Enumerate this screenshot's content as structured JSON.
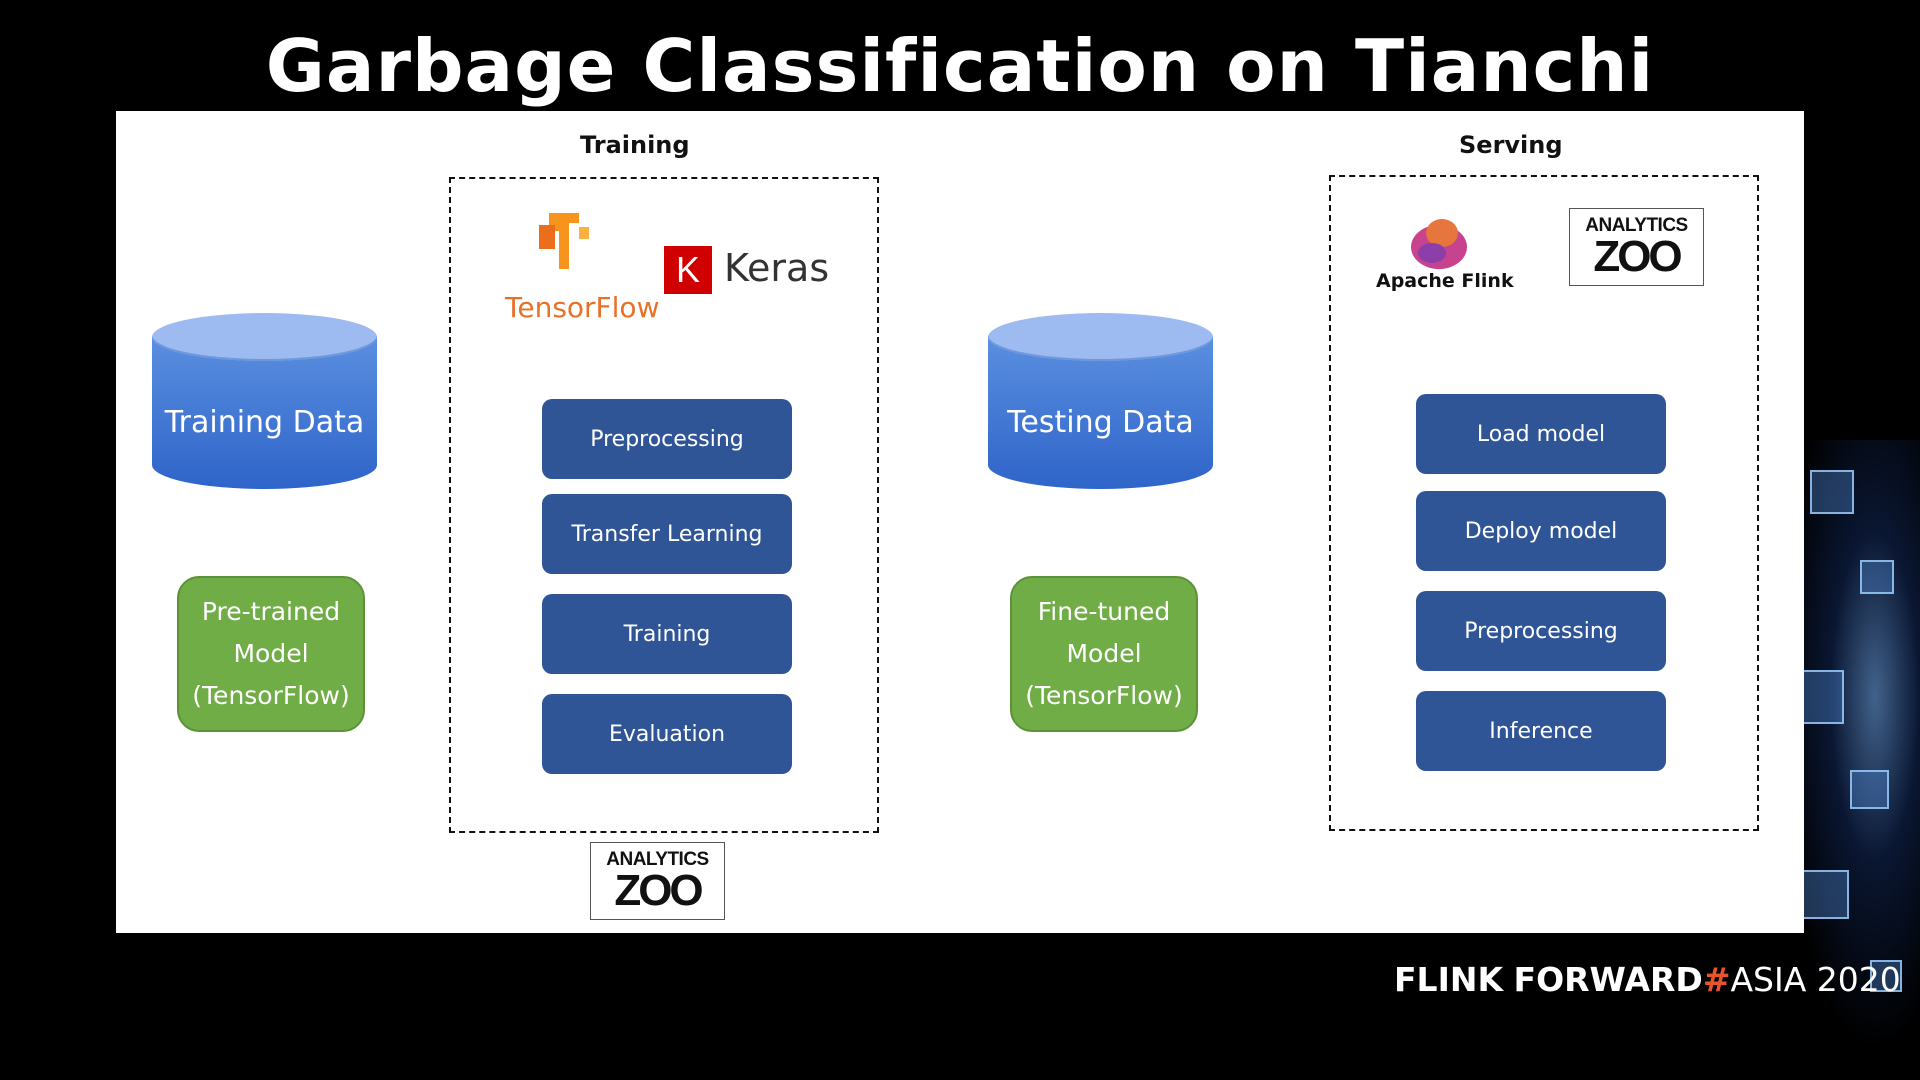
{
  "title": "Garbage Classification on Tianchi Competition",
  "training": {
    "label": "Training",
    "data_label": "Training Data",
    "pretrained_label": "Pre-trained\nModel\n(TensorFlow)",
    "tensorflow_label": "TensorFlow",
    "keras_letter": "K",
    "keras_label": "Keras",
    "steps": [
      "Preprocessing",
      "Transfer Learning",
      "Training",
      "Evaluation"
    ],
    "zoo": {
      "top": "ANALYTICS",
      "bottom": "ZOO"
    }
  },
  "testing": {
    "data_label": "Testing Data",
    "finetuned_label": "Fine-tuned\nModel\n(TensorFlow)"
  },
  "serving": {
    "label": "Serving",
    "flink_label": "Apache Flink",
    "zoo": {
      "top": "ANALYTICS",
      "bottom": "ZOO"
    },
    "steps": [
      "Load model",
      "Deploy model",
      "Preprocessing",
      "Inference"
    ]
  },
  "footer": {
    "flink": "FLINK",
    "forward": "FORWARD",
    "hash": "#",
    "event": "ASIA 2020"
  },
  "colors": {
    "step": "#2f5597",
    "green": "#70ad47",
    "cylinder": "#4a7fd8",
    "footer_hash": "#e8532a"
  }
}
